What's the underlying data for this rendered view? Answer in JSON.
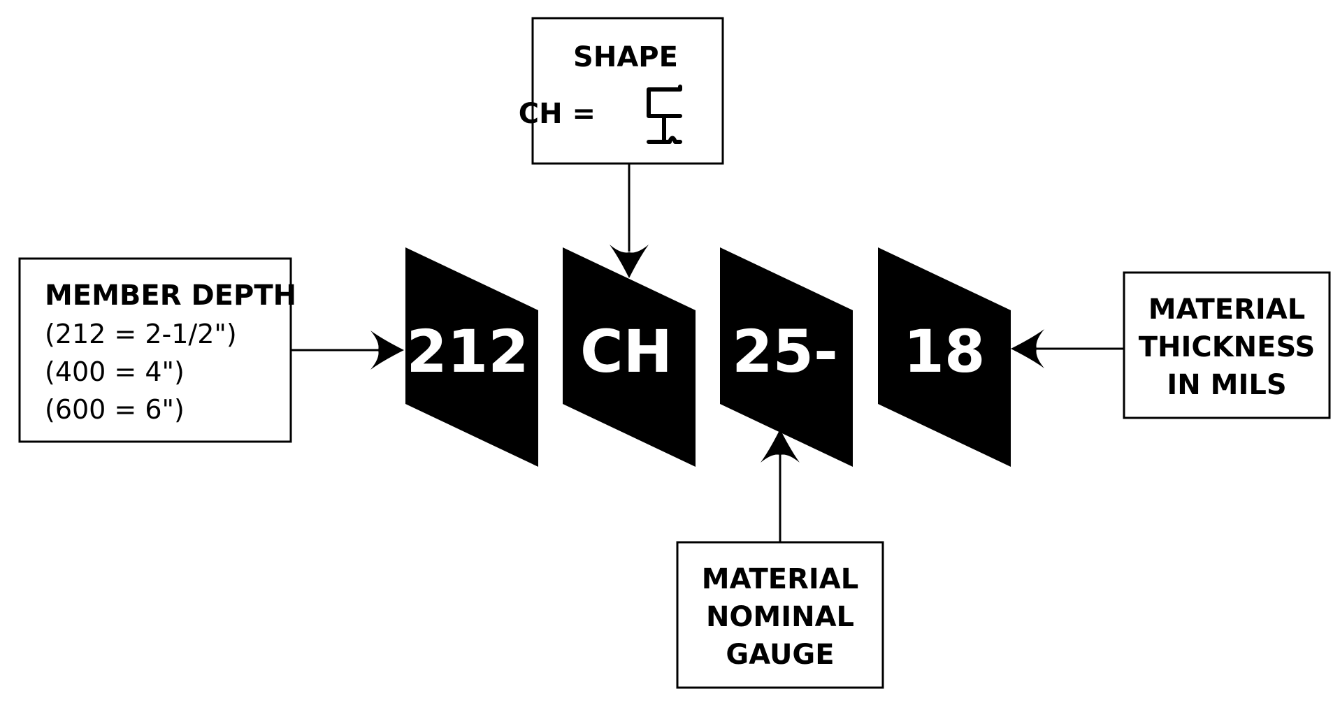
{
  "diagram": {
    "codes": [
      "212",
      "CH",
      "25-",
      "18"
    ],
    "member_depth": {
      "title": "MEMBER DEPTH",
      "lines": [
        "(212 = 2-1/2\")",
        "(400 = 4\")",
        "(600 = 6\")"
      ]
    },
    "shape": {
      "title": "SHAPE",
      "equation": "CH ="
    },
    "thickness": {
      "lines": [
        "MATERIAL",
        "THICKNESS",
        "IN MILS"
      ]
    },
    "gauge": {
      "lines": [
        "MATERIAL",
        "NOMINAL",
        "GAUGE"
      ]
    },
    "icons": {
      "shape_icon": "ch-stud-profile-icon"
    },
    "colors": {
      "panel": "#000000",
      "panel_text": "#ffffff",
      "line": "#000000"
    }
  }
}
